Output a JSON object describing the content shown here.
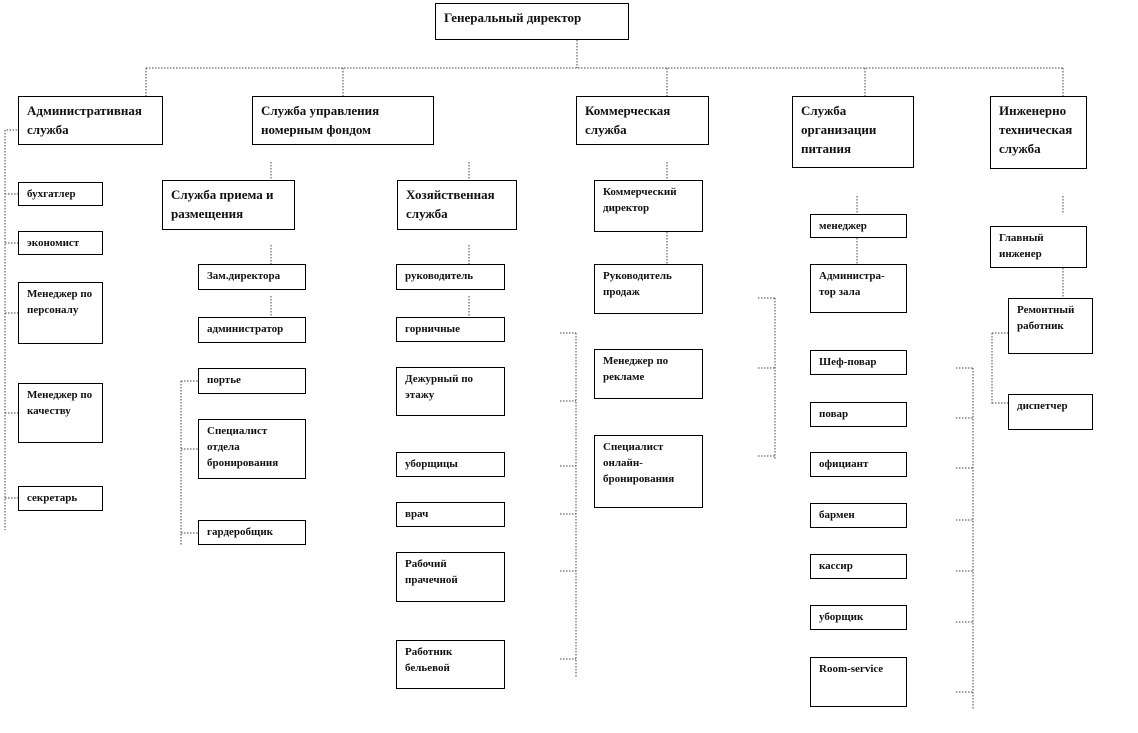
{
  "diagram": {
    "root": "Генеральный директор",
    "departments": {
      "admin": {
        "title": "Административная служба",
        "items": [
          "бухгатлер",
          "экономист",
          "Менеджер по персоналу",
          "Менеджер по качеству",
          "секретарь"
        ]
      },
      "rooms": {
        "title": "Служба управления номерным фондом",
        "reception": {
          "title": "Служба приема и размещения",
          "items": [
            "Зам.директора",
            "администратор",
            "портье",
            "Специалист отдела бронирования",
            "гардеробщик"
          ]
        },
        "housekeeping": {
          "title": "Хозяйственная служба",
          "items": [
            "руководитель",
            "горничные",
            "Дежурный по этажу",
            "уборщицы",
            "врач",
            "Рабочий прачечной",
            "Работник бельевой"
          ]
        }
      },
      "commercial": {
        "title": "Коммерческая служба",
        "items": [
          "Коммерческий директор",
          "Руководитель продаж",
          "Менеджер по рекламе",
          "Специалист онлайн-бронирования"
        ]
      },
      "catering": {
        "title": "Служба организации питания",
        "items": [
          "менеджер",
          "Администра-тор зала",
          "Шеф-повар",
          "повар",
          "официант",
          "бармен",
          "кассир",
          "уборщик",
          "Room-service"
        ]
      },
      "engineering": {
        "title": "Инженерно техническая служба",
        "items": [
          "Главный инженер",
          "Ремонтный работник",
          "диспетчер"
        ]
      }
    }
  }
}
